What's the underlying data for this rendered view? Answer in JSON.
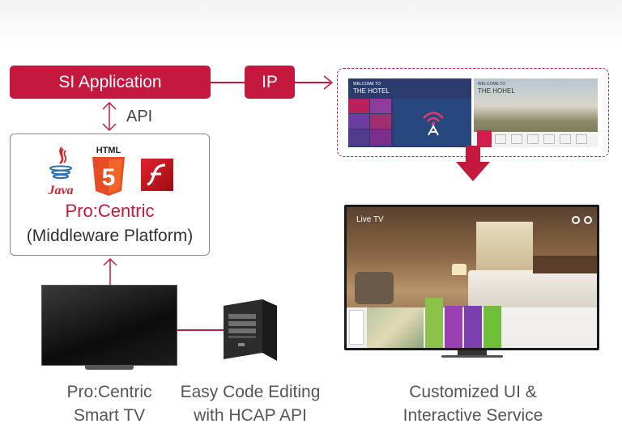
{
  "labels": {
    "si_application": "SI Application",
    "ip": "IP",
    "api": "API",
    "platform_name": "Pro:Centric",
    "platform_sub": "(Middleware Platform)"
  },
  "logos": {
    "java": "Java",
    "html": "HTML",
    "html_number": "5"
  },
  "screens": {
    "welcome_left": "WELCOME TO",
    "hotel_left": "THE HOTEL",
    "welcome_right": "WELCOME TO",
    "hotel_right": "THE HOHEL",
    "live_tv": "Live TV"
  },
  "captions": {
    "left_line1": "Pro:Centric",
    "left_line2": "Smart TV",
    "mid_line1": "Easy Code Editing",
    "mid_line2": "with HCAP API",
    "right_line1": "Customized UI &",
    "right_line2": "Interactive Service"
  },
  "colors": {
    "accent": "#c5183f",
    "html5_orange": "#e44d26",
    "flash_red": "#c4121a"
  },
  "icons": [
    "java-logo-icon",
    "html5-logo-icon",
    "flash-logo-icon",
    "wifi-icon",
    "server-tower-icon",
    "arrow-down-icon"
  ]
}
